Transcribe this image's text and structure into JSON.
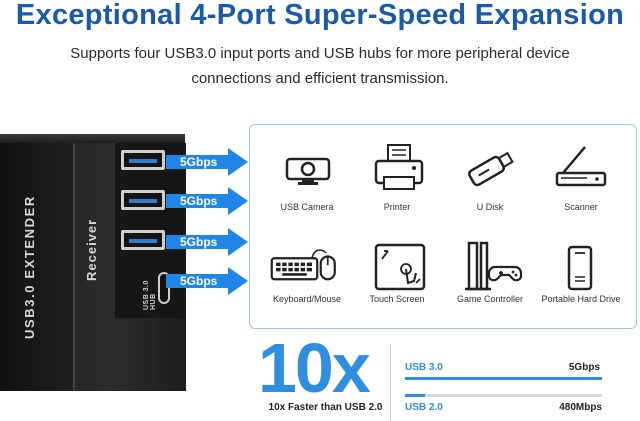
{
  "header": {
    "title": "Exceptional 4-Port Super-Speed Expansion",
    "subtitle": "Supports four USB3.0 input ports and USB hubs for more peripheral device connections and efficient transmission."
  },
  "device": {
    "brand_text": "USB3.0 EXTENDER",
    "side_text": "Receiver",
    "hub_label": "USB 3.0 HUB",
    "ports": [
      {
        "speed": "5Gbps"
      },
      {
        "speed": "5Gbps"
      },
      {
        "speed": "5Gbps"
      },
      {
        "speed": "5Gbps"
      }
    ]
  },
  "peripherals": [
    {
      "label": "USB Camera",
      "icon": "webcam-icon"
    },
    {
      "label": "Printer",
      "icon": "printer-icon"
    },
    {
      "label": "U Disk",
      "icon": "usb-drive-icon"
    },
    {
      "label": "Scanner",
      "icon": "scanner-icon"
    },
    {
      "label": "Keyboard/Mouse",
      "icon": "keyboard-mouse-icon"
    },
    {
      "label": "Touch Screen",
      "icon": "touch-screen-icon"
    },
    {
      "label": "Game Controller",
      "icon": "game-controller-icon"
    },
    {
      "label": "Portable Hard Drive",
      "icon": "hard-drive-icon"
    }
  ],
  "comparison": {
    "headline": "10x",
    "caption": "10x Faster than USB 2.0",
    "bars": [
      {
        "label": "USB 3.0",
        "value": "5Gbps",
        "fill": 1.0
      },
      {
        "label": "USB 2.0",
        "value": "480Mbps",
        "fill": 0.1
      }
    ]
  },
  "colors": {
    "title_blue": "#1a5aa8",
    "accent_blue": "#2f8ee0",
    "panel_border": "#9ec8e8"
  }
}
